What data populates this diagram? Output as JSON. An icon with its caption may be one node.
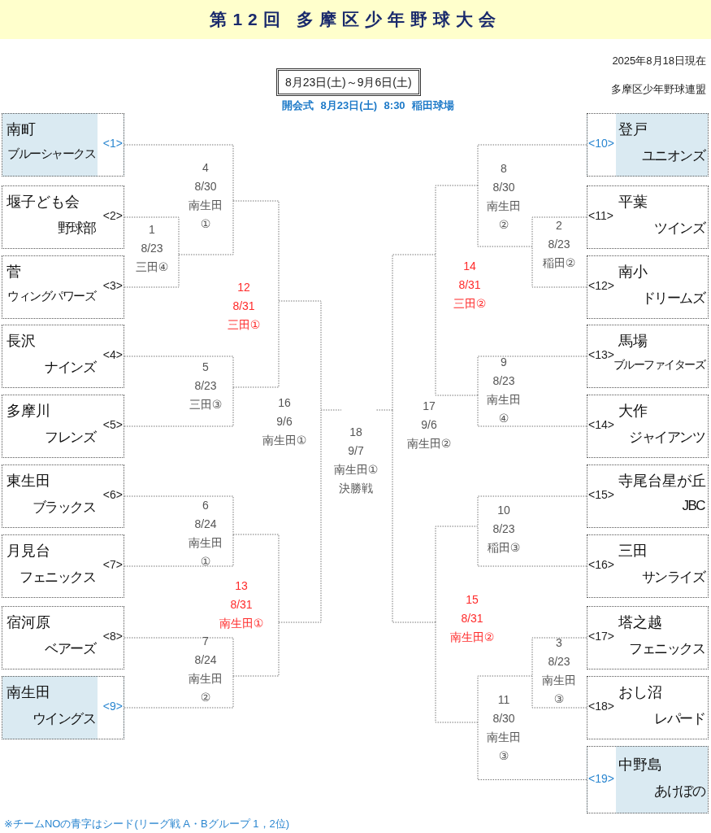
{
  "diagram": {
    "title": "第12回 多摩区少年野球大会",
    "nodes": [
      {
        "text": [
          "8月23日(土)～9月6日(土)"
        ],
        "beside": [
          "開会式 8月23日(土) 8:30 稲田球場"
        ]
      },
      {
        "text": [
          "南町",
          "ブルーシャークス",
          "<1>"
        ]
      },
      {
        "text": [
          "堰子ども会",
          "野球部",
          "<2>"
        ]
      },
      {
        "text": [
          "菅",
          "ウィングパワーズ",
          "<3>"
        ]
      },
      {
        "text": [
          "長沢",
          "ナインズ",
          "<4>"
        ]
      },
      {
        "text": [
          "多摩川",
          "フレンズ",
          "<5>"
        ]
      },
      {
        "text": [
          "東生田",
          "ブラックス",
          "<6>"
        ]
      },
      {
        "text": [
          "月見台",
          "フェニックス",
          "<7>"
        ]
      },
      {
        "text": [
          "宿河原",
          "ベアーズ",
          "<8>"
        ]
      },
      {
        "text": [
          "南生田",
          "ウイングス",
          "<9>"
        ]
      },
      {
        "text": [
          "登戸",
          "ユニオンズ",
          "<10>"
        ]
      },
      {
        "text": [
          "平葉",
          "ツインズ",
          "<11>"
        ]
      },
      {
        "text": [
          "南小",
          "ドリームズ",
          "<12>"
        ]
      },
      {
        "text": [
          "馬場",
          "ブルーファイターズ",
          "<13>"
        ]
      },
      {
        "text": [
          "大作",
          "ジャイアンツ",
          "<14>"
        ]
      },
      {
        "text": [
          "寺尾台星が丘",
          "JBC",
          "<15>"
        ]
      },
      {
        "text": [
          "三田",
          "サンライズ",
          "<16>"
        ]
      },
      {
        "text": [
          "塔之越",
          "フェニックス",
          "<17>"
        ]
      },
      {
        "text": [
          "おし沼",
          "レパード",
          "<18>"
        ]
      },
      {
        "text": [
          "中野島",
          "あけぼの",
          "<19>"
        ]
      },
      {
        "text": [
          "1",
          "8/23",
          "三田④"
        ]
      },
      {
        "text": [
          "2",
          "8/23",
          "稲田②"
        ]
      },
      {
        "text": [
          "3",
          "8/23",
          "南生田③"
        ]
      },
      {
        "text": [
          "4",
          "8/30",
          "南生田①"
        ]
      },
      {
        "text": [
          "5",
          "8/23",
          "三田③"
        ]
      },
      {
        "text": [
          "6",
          "8/24",
          "南生田①"
        ]
      },
      {
        "text": [
          "7",
          "8/24",
          "南生田②"
        ]
      },
      {
        "text": [
          "8",
          "8/30",
          "南生田②"
        ]
      },
      {
        "text": [
          "9",
          "8/23",
          "南生田④"
        ]
      },
      {
        "text": [
          "10",
          "8/23",
          "稲田③"
        ]
      },
      {
        "text": [
          "11",
          "8/30",
          "南生田③"
        ]
      },
      {
        "text": [
          "12",
          "8/31",
          "三田①"
        ]
      },
      {
        "text": [
          "13",
          "8/31",
          "南生田①"
        ]
      },
      {
        "text": [
          "14",
          "8/31",
          "三田②"
        ]
      },
      {
        "text": [
          "15",
          "8/31",
          "南生田②"
        ]
      },
      {
        "text": [
          "16",
          "9/6",
          "南生田①"
        ]
      },
      {
        "text": [
          "17",
          "9/6",
          "南生田②"
        ]
      },
      {
        "text": [
          "18",
          "9/7",
          "南生田①",
          "決勝戦"
        ]
      }
    ],
    "edges": [
      {
        "from": 2,
        "to": 20,
        "arrow": "none"
      },
      {
        "from": 3,
        "to": 20,
        "arrow": "none"
      },
      {
        "from": 11,
        "to": 21,
        "arrow": "none"
      },
      {
        "from": 12,
        "to": 21,
        "arrow": "none"
      },
      {
        "from": 17,
        "to": 22,
        "arrow": "none"
      },
      {
        "from": 18,
        "to": 22,
        "arrow": "none"
      },
      {
        "from": 1,
        "to": 23,
        "arrow": "none"
      },
      {
        "from": 20,
        "to": 23,
        "arrow": "none"
      },
      {
        "from": 4,
        "to": 24,
        "arrow": "none"
      },
      {
        "from": 5,
        "to": 24,
        "arrow": "none"
      },
      {
        "from": 6,
        "to": 25,
        "arrow": "none"
      },
      {
        "from": 7,
        "to": 25,
        "arrow": "none"
      },
      {
        "from": 8,
        "to": 26,
        "arrow": "none"
      },
      {
        "from": 9,
        "to": 26,
        "arrow": "none"
      },
      {
        "from": 10,
        "to": 27,
        "arrow": "none"
      },
      {
        "from": 21,
        "to": 27,
        "arrow": "none"
      },
      {
        "from": 13,
        "to": 28,
        "arrow": "none"
      },
      {
        "from": 14,
        "to": 28,
        "arrow": "none"
      },
      {
        "from": 15,
        "to": 29,
        "arrow": "none"
      },
      {
        "from": 16,
        "to": 29,
        "arrow": "none"
      },
      {
        "from": 22,
        "to": 30,
        "arrow": "none"
      },
      {
        "from": 19,
        "to": 30,
        "arrow": "none"
      },
      {
        "from": 23,
        "to": 31,
        "arrow": "none"
      },
      {
        "from": 24,
        "to": 31,
        "arrow": "none"
      },
      {
        "from": 25,
        "to": 32,
        "arrow": "none"
      },
      {
        "from": 26,
        "to": 32,
        "arrow": "none"
      },
      {
        "from": 27,
        "to": 33,
        "arrow": "none"
      },
      {
        "from": 28,
        "to": 33,
        "arrow": "none"
      },
      {
        "from": 29,
        "to": 34,
        "arrow": "none"
      },
      {
        "from": 30,
        "to": 34,
        "arrow": "none"
      },
      {
        "from": 31,
        "to": 35,
        "arrow": "none"
      },
      {
        "from": 32,
        "to": 35,
        "arrow": "none"
      },
      {
        "from": 33,
        "to": 36,
        "arrow": "none"
      },
      {
        "from": 34,
        "to": 36,
        "arrow": "none"
      },
      {
        "from": 35,
        "to": 37,
        "arrow": "none"
      },
      {
        "from": 36,
        "to": 37,
        "arrow": "none"
      }
    ],
    "labels": [
      "2025年8月18日現在",
      "多摩区少年野球連盟",
      "※チームNOの青字はシード(リーグ戦 A・Bグループ 1，2位)"
    ]
  }
}
